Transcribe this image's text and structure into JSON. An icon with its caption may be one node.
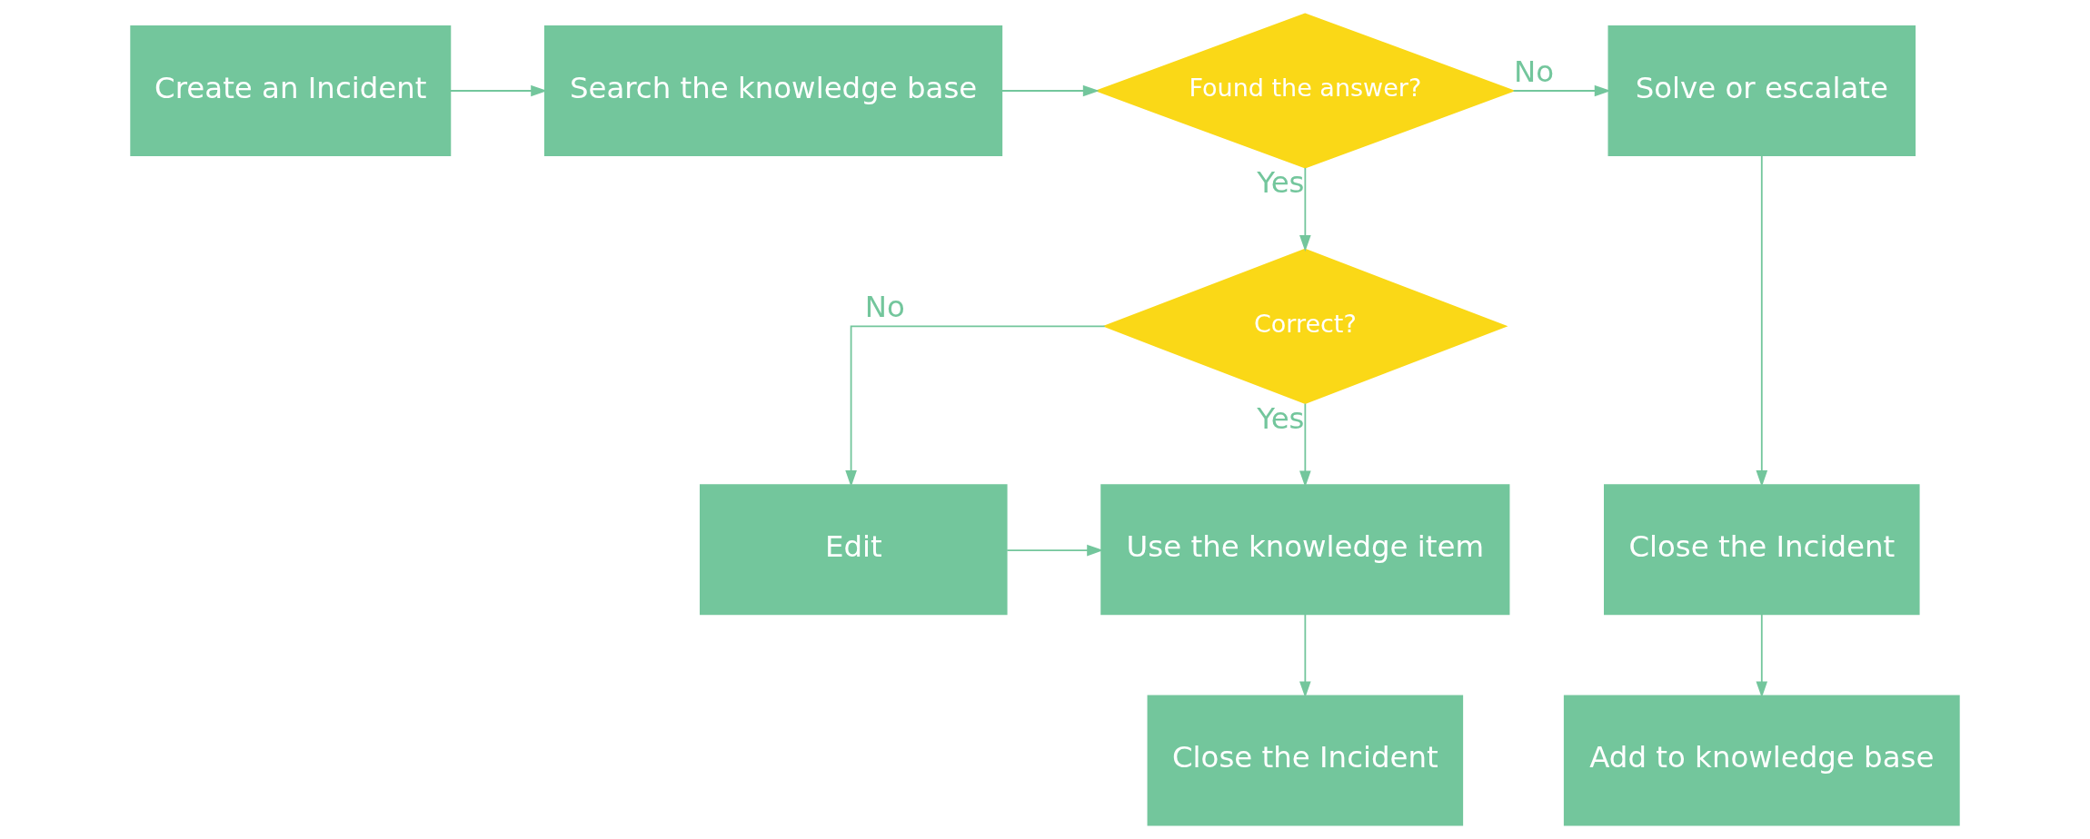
{
  "diagram": {
    "nodes": [
      {
        "text": [
          "Create an Incident"
        ]
      },
      {
        "text": [
          "Search the knowledge base"
        ]
      },
      {
        "text": [
          "Found the answer?"
        ]
      },
      {
        "text": [
          "Solve or escalate"
        ]
      },
      {
        "text": [
          "Correct?"
        ]
      },
      {
        "text": [
          "Use the knowledge item"
        ]
      },
      {
        "text": [
          "Edit"
        ]
      },
      {
        "text": [
          "Close the Incident"
        ]
      },
      {
        "text": [
          "Close the Incident"
        ]
      },
      {
        "text": [
          "Add to knowledge base"
        ]
      }
    ],
    "edges": [
      {
        "from": 0,
        "to": 1,
        "arrow": "to"
      },
      {
        "from": 1,
        "to": 2,
        "arrow": "to"
      },
      {
        "from": 2,
        "to": 3,
        "arrow": "to",
        "label": "No"
      },
      {
        "from": 2,
        "to": 4,
        "arrow": "to",
        "label": "Yes"
      },
      {
        "from": 4,
        "to": 5,
        "arrow": "to",
        "label": "Yes"
      },
      {
        "from": 4,
        "to": 6,
        "arrow": "to",
        "label": "No"
      },
      {
        "from": 6,
        "to": 5,
        "arrow": "to"
      },
      {
        "from": 5,
        "to": 8,
        "arrow": "to"
      },
      {
        "from": 3,
        "to": 7,
        "arrow": "to"
      },
      {
        "from": 7,
        "to": 9,
        "arrow": "to"
      }
    ]
  }
}
